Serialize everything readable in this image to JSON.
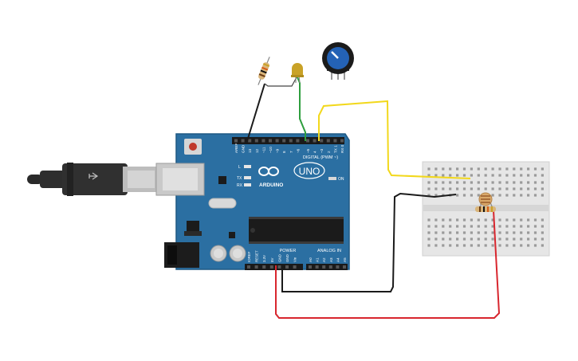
{
  "board": {
    "brand": "ARDUINO",
    "model": "UNO",
    "digital_header": "DIGITAL (PWM ~)",
    "power_header": "POWER",
    "analog_header": "ANALOG IN",
    "on_label": "ON",
    "led_l": "L",
    "led_tx": "TX",
    "led_rx": "RX",
    "digital_pins": [
      "AREF",
      "GND",
      "13",
      "12",
      "~11",
      "~10",
      "~9",
      "8",
      "7",
      "~6",
      "~5",
      "4",
      "~3",
      "2",
      "TX 1",
      "RX 0"
    ],
    "power_pins": [
      "IOREF",
      "RESET",
      "3.3V",
      "5V",
      "GND",
      "GND",
      "Vin"
    ],
    "analog_pins": [
      "A0",
      "A1",
      "A2",
      "A3",
      "A4",
      "A5"
    ]
  },
  "components": {
    "resistor": "resistor",
    "led": "led",
    "potentiometer": "potentiometer",
    "photoresistor": "photoresistor",
    "usb_cable": "usb-cable",
    "breadboard": "breadboard"
  },
  "colors": {
    "board": "#2b6fa2",
    "board_dark": "#1f5883",
    "wire_black": "#1a1a1a",
    "wire_red": "#d8262e",
    "wire_yellow": "#f2d81c",
    "wire_green": "#2e9e3e",
    "led": "#c9a227",
    "breadboard": "#e9e9e9",
    "knob": "#2462b5"
  }
}
